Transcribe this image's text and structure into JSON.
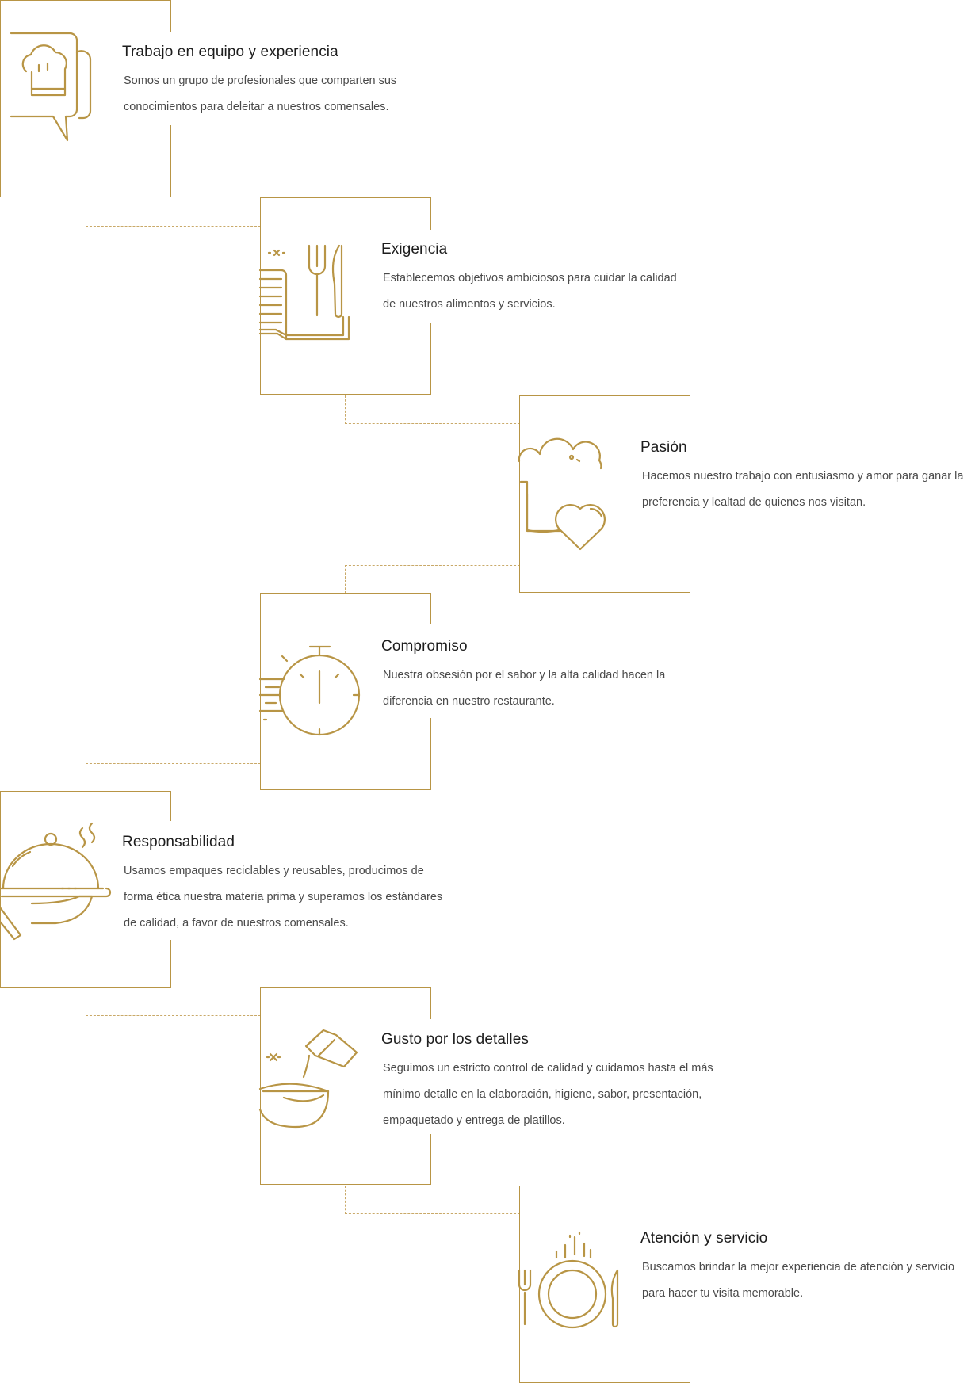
{
  "accent_color": "#b89545",
  "values": [
    {
      "icon": "chef-hat-chat-icon",
      "title": "Trabajo en equipo y experiencia",
      "description": "Somos un grupo de profesionales que comparten sus conocimientos para deleitar a nuestros comensales."
    },
    {
      "icon": "menu-fork-knife-icon",
      "title": "Exigencia",
      "description": "Establecemos objetivos ambiciosos para cuidar la calidad de nuestros alimentos y servicios."
    },
    {
      "icon": "chef-hat-heart-icon",
      "title": "Pasión",
      "description": "Hacemos nuestro trabajo con entusiasmo y amor para ganar la preferencia y lealtad de quienes nos visitan."
    },
    {
      "icon": "stopwatch-icon",
      "title": "Compromiso",
      "description": "Nuestra obsesión por el sabor y la alta calidad hacen la diferencia en nuestro restaurante."
    },
    {
      "icon": "serving-cloche-icon",
      "title": "Responsabilidad",
      "description": "Usamos empaques reciclables y reusables, producimos de forma ética nuestra materia prima y superamos los estándares de calidad, a favor de nuestros comensales."
    },
    {
      "icon": "pouring-bowl-icon",
      "title": "Gusto por los detalles",
      "description": "Seguimos un estricto control de calidad y cuidamos hasta el más mínimo detalle en la elaboración, higiene, sabor, presentación, empaquetado y entrega de platillos."
    },
    {
      "icon": "plate-cutlery-icon",
      "title": "Atención y servicio",
      "description": "Buscamos brindar la mejor experiencia de atención y servicio para hacer tu visita memorable."
    }
  ]
}
